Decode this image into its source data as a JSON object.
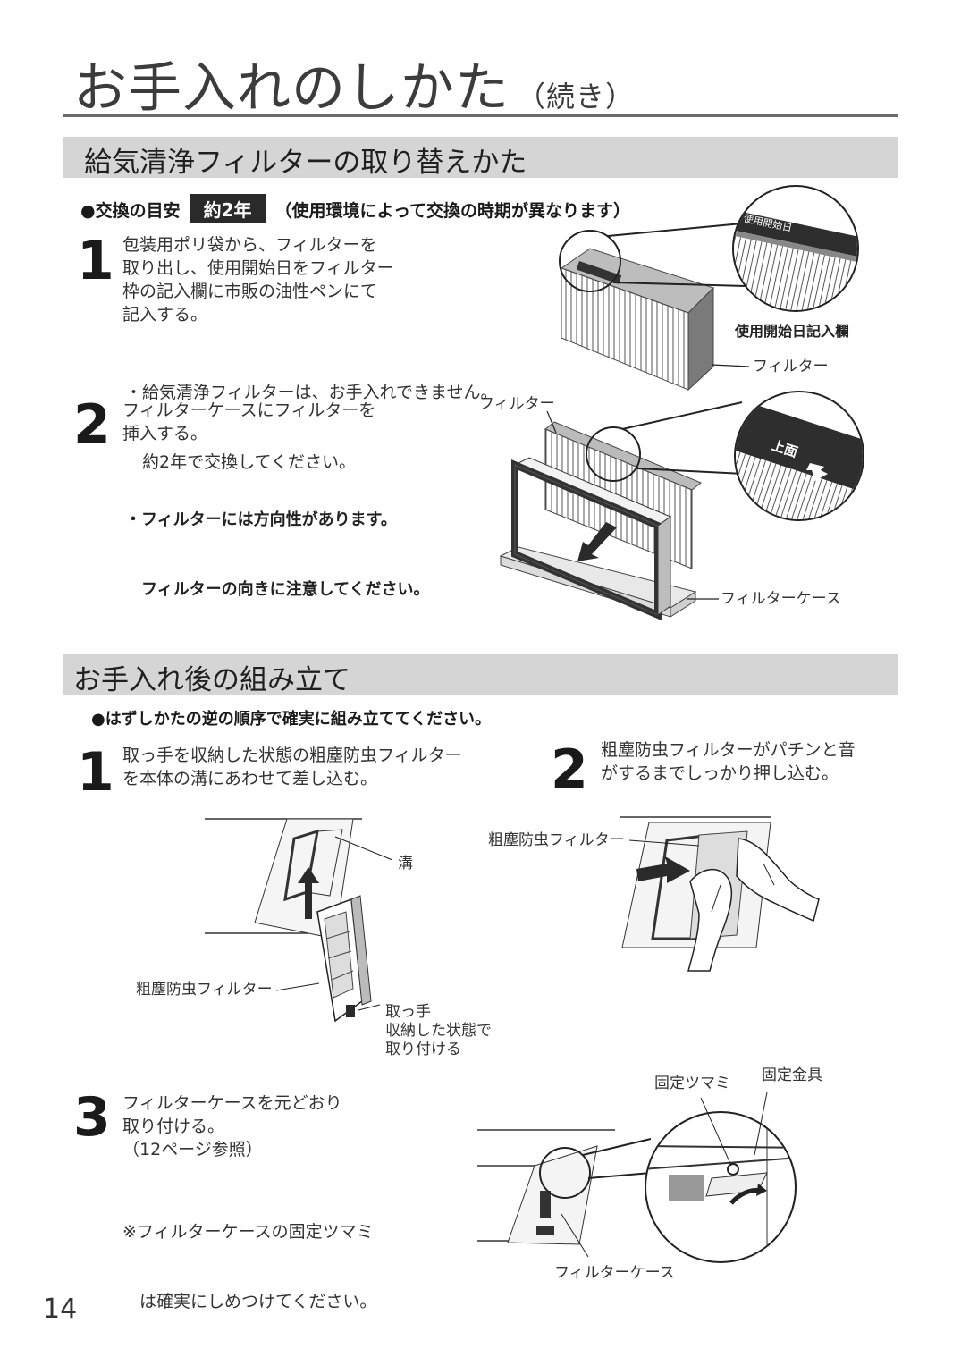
{
  "page": {
    "title": "お手入れのしかた",
    "title_suffix": "（続き）",
    "page_number": "14"
  },
  "section1": {
    "title": "給気清浄フィルターの取り替えかた",
    "guideline_prefix": "●交換の目安",
    "guideline_badge": "約2年",
    "guideline_suffix": "（使用環境によって交換の時期が異なります）",
    "step1": {
      "number": "1",
      "lines": [
        "包装用ポリ袋から、フィルターを",
        "取り出し、使用開始日をフィルター",
        "枠の記入欄に市販の油性ペンにて",
        "記入する。"
      ],
      "note_lines": [
        "・給気清浄フィルターは、お手入れできません。",
        "　約2年で交換してください。"
      ]
    },
    "step2": {
      "number": "2",
      "lines": [
        "フィルターケースにフィルターを",
        "挿入する。"
      ],
      "note_lines": [
        "・フィルターには方向性があります。",
        "　フィルターの向きに注意してください。"
      ]
    },
    "fig1_labels": {
      "date_field": "使用開始日記入欄",
      "filter": "フィルター",
      "zoom_text": "使用開始日"
    },
    "fig2_labels": {
      "filter": "フィルター",
      "filter_case": "フィルターケース",
      "zoom_text": "上面"
    }
  },
  "section2": {
    "title": "お手入れ後の組み立て",
    "bullet": "●はずしかたの逆の順序で確実に組み立ててください。",
    "step1": {
      "number": "1",
      "lines": [
        "取っ手を収納した状態の粗塵防虫フィルター",
        "を本体の溝にあわせて差し込む。"
      ]
    },
    "step2": {
      "number": "2",
      "lines": [
        "粗塵防虫フィルターがパチンと音",
        "がするまでしっかり押し込む。"
      ]
    },
    "step3": {
      "number": "3",
      "lines": [
        "フィルターケースを元どおり",
        "取り付ける。",
        "（12ページ参照）"
      ],
      "note_lines": [
        "※フィルターケースの固定ツマミ",
        "　は確実にしめつけてください。"
      ]
    },
    "fig3_labels": {
      "groove": "溝",
      "coarse_filter": "粗塵防虫フィルター",
      "handle_lines": [
        "取っ手",
        "収納した状態で",
        "取り付ける"
      ]
    },
    "fig4_labels": {
      "coarse_filter": "粗塵防虫フィルター"
    },
    "fig5_labels": {
      "knob": "固定ツマミ",
      "bracket": "固定金具",
      "filter_case": "フィルターケース"
    }
  }
}
